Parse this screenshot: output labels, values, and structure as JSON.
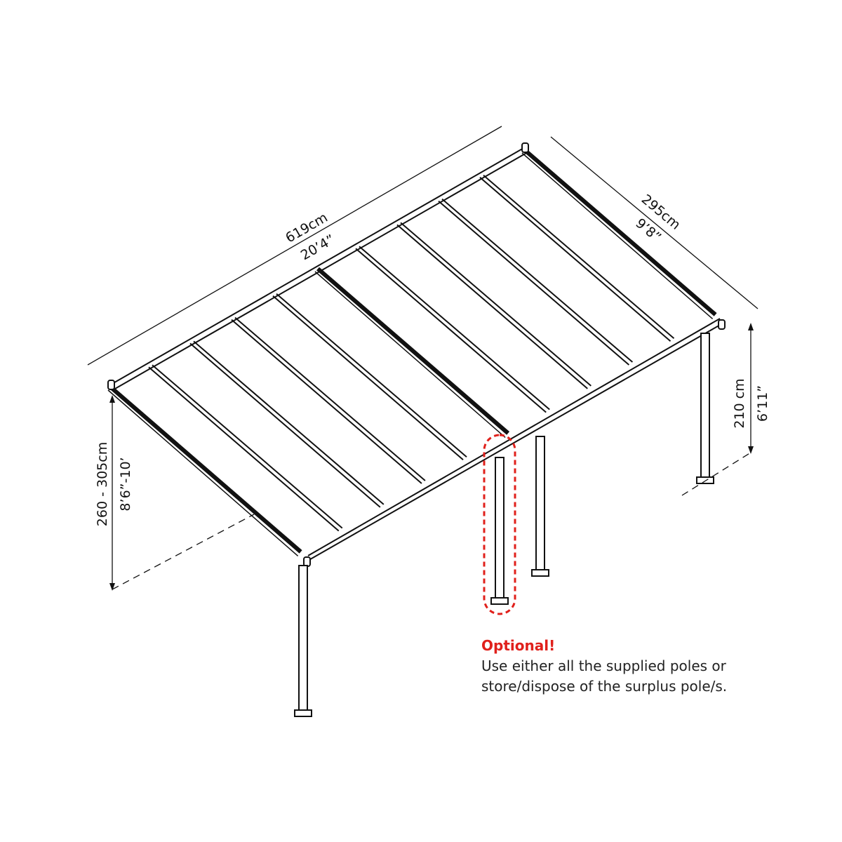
{
  "dimensions": {
    "length_cm": "619cm",
    "length_ft": "20’4”",
    "depth_cm": "295cm",
    "depth_ft": "9’8”",
    "front_height_cm": "210 cm",
    "front_height_ft": "6’11”",
    "back_height_cm": "260 - 305cm",
    "back_height_ft": "8’6”-10’"
  },
  "note": {
    "title": "Optional!",
    "line1": "Use either all the supplied poles or",
    "line2": "store/dispose of the surplus pole/s."
  },
  "colors": {
    "line": "#111111",
    "highlight": "#e0201b"
  }
}
